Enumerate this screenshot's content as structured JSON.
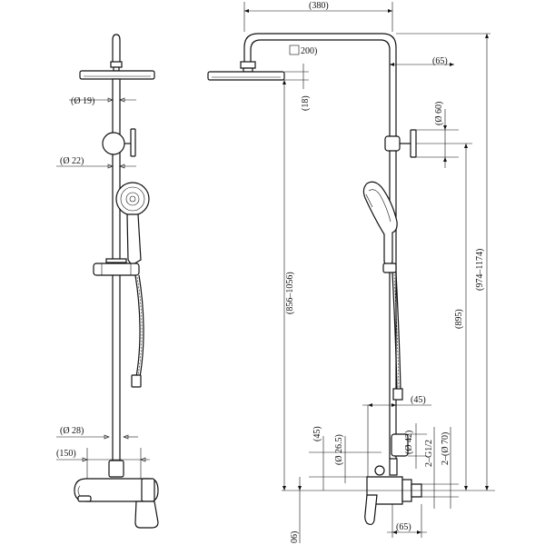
{
  "labels": {
    "d380": "(380)",
    "d200": "200)",
    "d65_top": "(65)",
    "d18": "(18)",
    "d60": "(Ø 60)",
    "d19": "(Ø 19)",
    "d22": "(Ø 22)",
    "d974": "(974–1174)",
    "d856": "(856–1056)",
    "d895": "(895)",
    "d45_right": "(45)",
    "d45_left": "(45)",
    "d265": "(Ø 26.5)",
    "d42": "(Ø 42)",
    "d70": "2–(Ø 70)",
    "g12": "2–G1/2",
    "d28": "(Ø 28)",
    "d150": "(150)",
    "d65_bottom": "(65)",
    "d106": "06)"
  }
}
